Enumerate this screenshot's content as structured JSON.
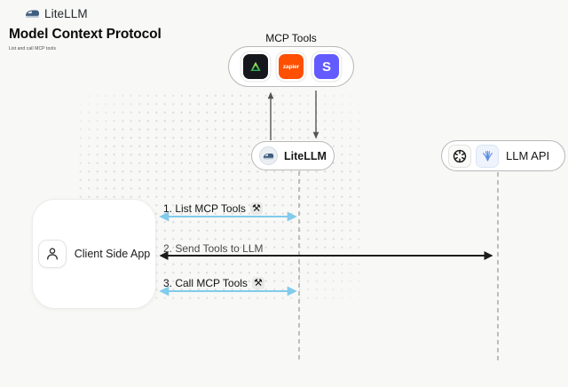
{
  "header": {
    "brand": "LiteLLM",
    "title": "Model Context Protocol",
    "subtitle": "List and call MCP tools"
  },
  "mcp_tools": {
    "label": "MCP Tools",
    "tools": [
      {
        "name": "green-triangle-provider",
        "label": ""
      },
      {
        "name": "zapier",
        "label": "zapier"
      },
      {
        "name": "stripe",
        "label": "S"
      }
    ]
  },
  "nodes": {
    "litellm": {
      "label": "LiteLLM",
      "icon": "train-icon"
    },
    "llm_api": {
      "label": "LLM API",
      "icons": [
        "openai-icon",
        "llm-provider-fan-icon"
      ]
    },
    "client": {
      "label": "Client Side App",
      "icon": "person-icon"
    }
  },
  "flows": [
    {
      "label": "1. List MCP Tools",
      "glyph": "⚒",
      "style": "blue-double-arrow"
    },
    {
      "label": "2. Send Tools to LLM",
      "glyph": "",
      "style": "black-double-arrow"
    },
    {
      "label": "3. Call MCP Tools",
      "glyph": "⚒",
      "style": "blue-double-arrow"
    }
  ],
  "colors": {
    "background": "#f8f8f6",
    "accent_blue": "#82cbec",
    "arrow_black": "#1c1c1c",
    "arrow_gray": "#555555",
    "dashed_line": "#a6a6a6",
    "zapier_orange": "#ff4f00",
    "stripe_purple": "#635bff",
    "triangle_green": "#3fb950",
    "node_border": "#b9b9b9"
  }
}
